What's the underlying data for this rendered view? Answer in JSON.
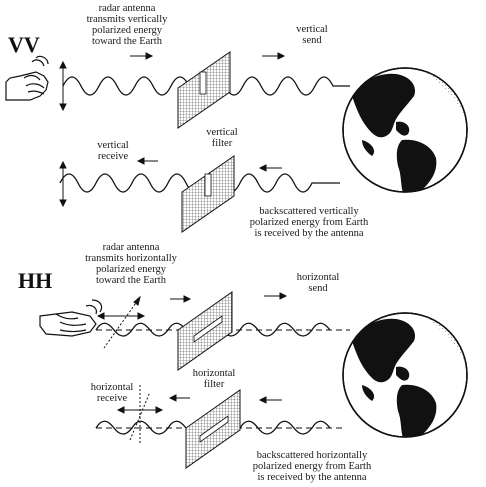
{
  "vv": {
    "mode": "VV",
    "transmit_text": "radar antenna\ntransmits vertically\npolarized energy\ntoward the Earth",
    "send_label": "vertical\nsend",
    "filter_label": "vertical\nfilter",
    "receive_label": "vertical\nreceive",
    "backscatter_text": "backscattered vertically\npolarized energy from Earth\nis received by the antenna"
  },
  "hh": {
    "mode": "HH",
    "transmit_text": "radar antenna\ntransmits horizontally\npolarized energy\ntoward the Earth",
    "send_label": "horizontal\nsend",
    "filter_label": "horizontal\nfilter",
    "receive_label": "horizontal\nreceive",
    "backscatter_text": "backscattered horizontally\npolarized energy from Earth\nis received by the antenna"
  },
  "icons": [
    "hand-icon",
    "globe-icon",
    "polarization-filter-icon",
    "direction-arrow-icon"
  ]
}
